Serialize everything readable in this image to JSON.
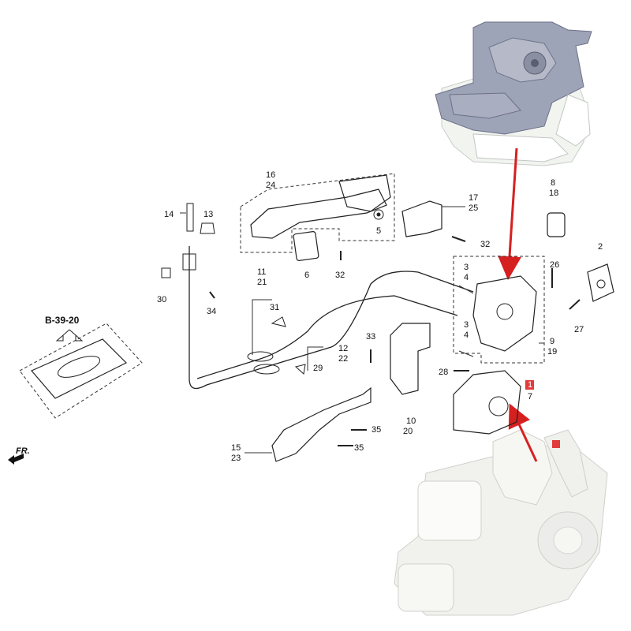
{
  "diagram": {
    "reference_code": "B-39-20",
    "front_marker": "FR.",
    "highlight_color": "#e23b3b",
    "arrow_color": "#d62020",
    "labels": {
      "l16": "16",
      "l24": "24",
      "l14": "14",
      "l13": "13",
      "l17": "17",
      "l25": "25",
      "l5": "5",
      "l6": "6",
      "l32a": "32",
      "l32b": "32",
      "l8": "8",
      "l18": "18",
      "l2": "2",
      "l26": "26",
      "l27": "27",
      "l30": "30",
      "l34": "34",
      "l11": "11",
      "l21": "21",
      "l31": "31",
      "l3a": "3",
      "l4a": "4",
      "l3b": "3",
      "l4b": "4",
      "l9": "9",
      "l19": "19",
      "l12": "12",
      "l22": "22",
      "l29": "29",
      "l33": "33",
      "l28": "28",
      "l1": "1",
      "l7": "7",
      "l10": "10",
      "l20": "20",
      "l35a": "35",
      "l35b": "35",
      "l15": "15",
      "l23": "23"
    }
  }
}
